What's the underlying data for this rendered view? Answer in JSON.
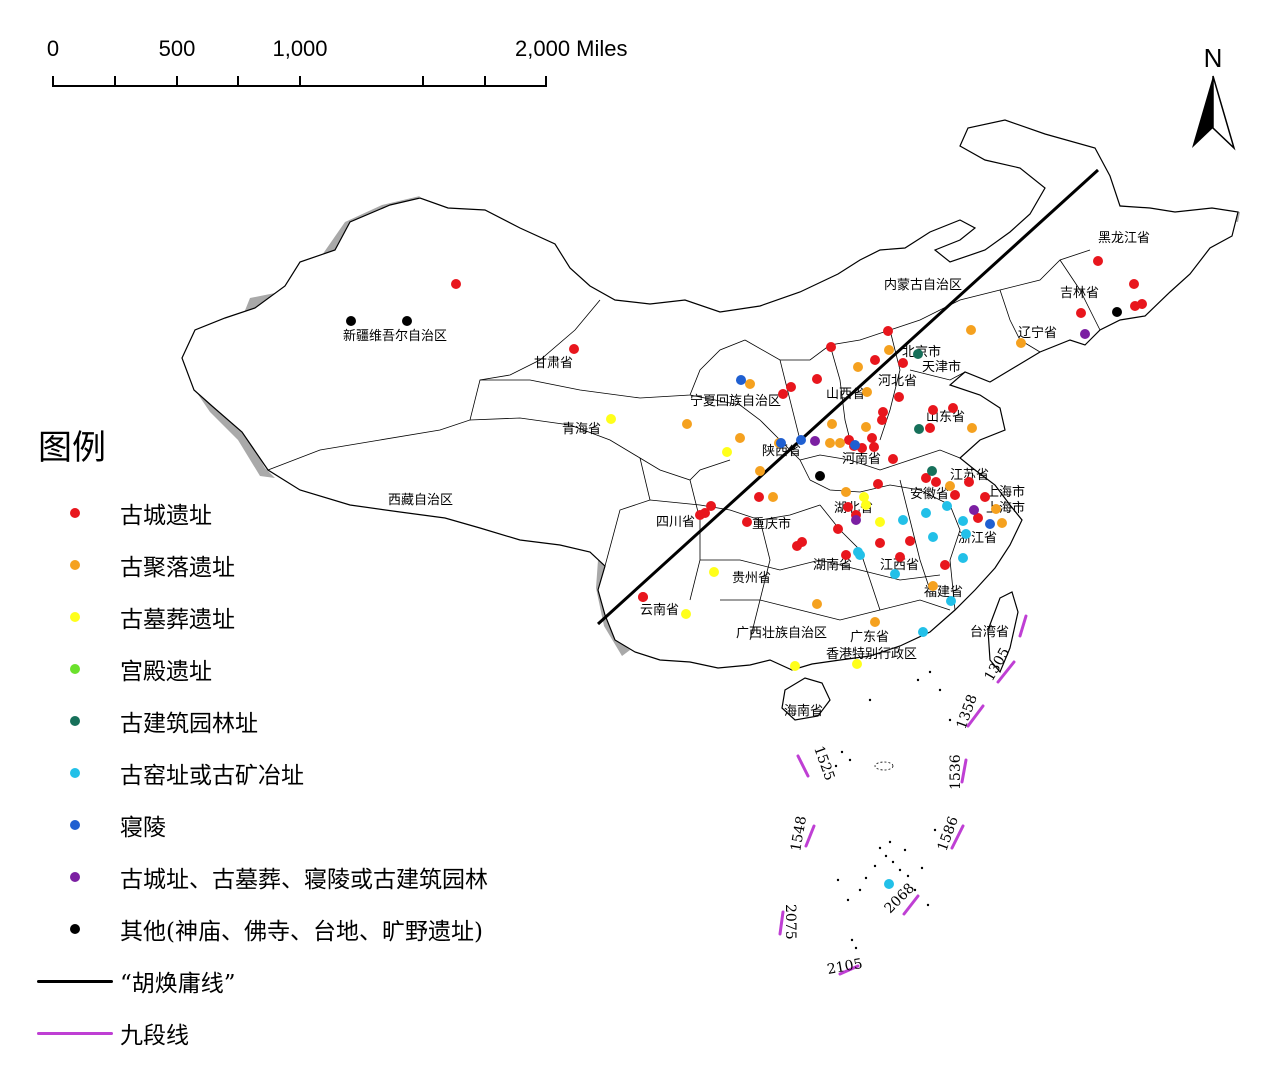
{
  "scale_bar": {
    "ticks": [
      "0",
      "500",
      "1,000",
      "2,000 Miles"
    ]
  },
  "north_arrow": {
    "label": "N"
  },
  "legend": {
    "title": "图例",
    "items": [
      {
        "key": "city",
        "label": "古城遗址",
        "color": "#e8161d",
        "symbol": "dot-icon"
      },
      {
        "key": "settlement",
        "label": "古聚落遗址",
        "color": "#f5a11f",
        "symbol": "dot-icon"
      },
      {
        "key": "tomb",
        "label": "古墓葬遗址",
        "color": "#ffff1a",
        "symbol": "dot-icon"
      },
      {
        "key": "palace",
        "label": "宫殿遗址",
        "color": "#6be12c",
        "symbol": "dot-icon"
      },
      {
        "key": "garden",
        "label": "古建筑园林址",
        "color": "#16705a",
        "symbol": "dot-icon"
      },
      {
        "key": "kiln",
        "label": "古窑址或古矿冶址",
        "color": "#22c0e8",
        "symbol": "dot-icon"
      },
      {
        "key": "mausoleum",
        "label": "寝陵",
        "color": "#1f5fd1",
        "symbol": "dot-icon"
      },
      {
        "key": "mixed",
        "label": "古城址、古墓葬、寝陵或古建筑园林",
        "color": "#7b1fa2",
        "symbol": "dot-icon"
      },
      {
        "key": "other",
        "label": "其他(神庙、佛寺、台地、旷野遗址)",
        "color": "#000000",
        "symbol": "dot-icon"
      },
      {
        "key": "huline",
        "label": "“胡焕庸线”",
        "color": "#000000",
        "symbol": "line-icon"
      },
      {
        "key": "ninedash",
        "label": "九段线",
        "color": "#bf3fd4",
        "symbol": "line-icon"
      }
    ]
  },
  "places": {
    "xinjiang": "新疆维吾尔自治区",
    "gansu": "甘肃省",
    "qinghai": "青海省",
    "xizang": "西藏自治区",
    "neimenggu": "内蒙古自治区",
    "heilongjiang": "黑龙江省",
    "jilin": "吉林省",
    "liaoning": "辽宁省",
    "beijing": "北京市",
    "tianjin": "天津市",
    "hebei": "河北省",
    "shanxi": "山西省",
    "shandong": "山东省",
    "ningxia": "宁夏回族自治区",
    "shaanxi": "陕西省",
    "henan": "河南省",
    "jiangsu": "江苏省",
    "anhui": "安徽省",
    "shanghai": "上海市",
    "hubei": "湖北省",
    "sichuan": "四川省",
    "chongqing": "重庆市",
    "zhejiang": "浙江省",
    "hunan": "湖南省",
    "jiangxi": "江西省",
    "guizhou": "贵州省",
    "fujian": "福建省",
    "yunnan": "云南省",
    "guangxi": "广西壮族自治区",
    "guangdong": "广东省",
    "hongkong": "香港特别行政区",
    "taiwan": "台湾省",
    "hainan": "海南省"
  },
  "nine_dash_numbers": [
    "1305",
    "1358",
    "1525",
    "1536",
    "1548",
    "1586",
    "2068",
    "2075",
    "2105"
  ],
  "sites": {
    "city": [
      [
        456,
        284
      ],
      [
        574,
        349
      ],
      [
        1098,
        261
      ],
      [
        1134,
        284
      ],
      [
        1142,
        304
      ],
      [
        1135,
        306
      ],
      [
        1081,
        313
      ],
      [
        888,
        331
      ],
      [
        831,
        347
      ],
      [
        875,
        360
      ],
      [
        903,
        363
      ],
      [
        817,
        379
      ],
      [
        791,
        387
      ],
      [
        783,
        394
      ],
      [
        899,
        397
      ],
      [
        883,
        412
      ],
      [
        882,
        420
      ],
      [
        953,
        408
      ],
      [
        930,
        428
      ],
      [
        933,
        410
      ],
      [
        872,
        438
      ],
      [
        874,
        447
      ],
      [
        849,
        440
      ],
      [
        854,
        446
      ],
      [
        862,
        448
      ],
      [
        893,
        459
      ],
      [
        878,
        484
      ],
      [
        926,
        478
      ],
      [
        936,
        482
      ],
      [
        969,
        482
      ],
      [
        955,
        495
      ],
      [
        985,
        497
      ],
      [
        978,
        518
      ],
      [
        711,
        506
      ],
      [
        705,
        513
      ],
      [
        700,
        515
      ],
      [
        747,
        522
      ],
      [
        759,
        497
      ],
      [
        848,
        507
      ],
      [
        856,
        515
      ],
      [
        838,
        529
      ],
      [
        802,
        542
      ],
      [
        797,
        546
      ],
      [
        880,
        543
      ],
      [
        846,
        555
      ],
      [
        900,
        557
      ],
      [
        910,
        541
      ],
      [
        945,
        565
      ],
      [
        643,
        597
      ],
      [
        643,
        597
      ]
    ],
    "settlement": [
      [
        971,
        330
      ],
      [
        1021,
        343
      ],
      [
        889,
        350
      ],
      [
        858,
        367
      ],
      [
        867,
        392
      ],
      [
        750,
        384
      ],
      [
        687,
        424
      ],
      [
        740,
        438
      ],
      [
        832,
        424
      ],
      [
        866,
        427
      ],
      [
        830,
        443
      ],
      [
        840,
        443
      ],
      [
        779,
        443
      ],
      [
        760,
        471
      ],
      [
        773,
        497
      ],
      [
        846,
        492
      ],
      [
        972,
        428
      ],
      [
        950,
        486
      ],
      [
        1002,
        523
      ],
      [
        996,
        509
      ],
      [
        875,
        622
      ],
      [
        933,
        586
      ],
      [
        817,
        604
      ]
    ],
    "tomb": [
      [
        611,
        419
      ],
      [
        727,
        452
      ],
      [
        864,
        497
      ],
      [
        866,
        505
      ],
      [
        880,
        522
      ],
      [
        714,
        572
      ],
      [
        686,
        614
      ],
      [
        795,
        666
      ],
      [
        857,
        664
      ]
    ],
    "garden": [
      [
        918,
        354
      ],
      [
        919,
        429
      ],
      [
        932,
        471
      ]
    ],
    "kiln": [
      [
        903,
        520
      ],
      [
        926,
        513
      ],
      [
        947,
        506
      ],
      [
        933,
        537
      ],
      [
        963,
        521
      ],
      [
        966,
        534
      ],
      [
        858,
        552
      ],
      [
        860,
        555
      ],
      [
        895,
        574
      ],
      [
        963,
        558
      ],
      [
        951,
        601
      ],
      [
        923,
        632
      ],
      [
        889,
        884
      ]
    ],
    "mausoleum": [
      [
        741,
        380
      ],
      [
        781,
        443
      ],
      [
        801,
        440
      ],
      [
        855,
        445
      ],
      [
        990,
        524
      ]
    ],
    "mixed": [
      [
        815,
        441
      ],
      [
        856,
        520
      ],
      [
        974,
        510
      ],
      [
        1085,
        334
      ]
    ],
    "other": [
      [
        351,
        321
      ],
      [
        407,
        321
      ],
      [
        820,
        476
      ],
      [
        1117,
        312
      ]
    ]
  }
}
